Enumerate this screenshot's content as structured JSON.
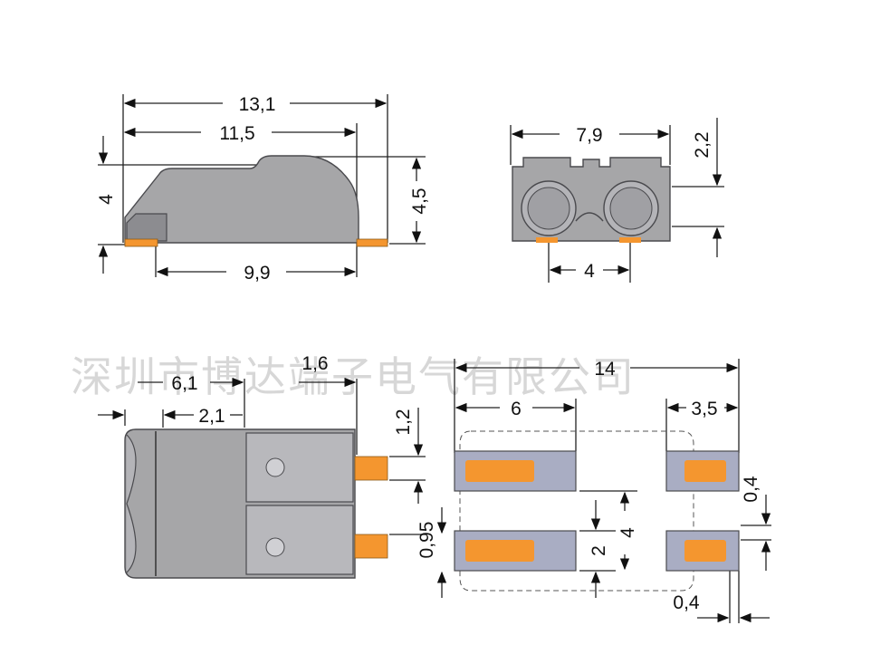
{
  "colors": {
    "body_gray": "#a6a6a8",
    "body_dark": "#7f7f82",
    "outline": "#4a4a4e",
    "pad_blue": "#a9adc3",
    "orange": "#f4962f"
  },
  "watermark": "深圳市博达端子电气有限公司",
  "side_view": {
    "dim_overall": "13,1",
    "dim_body": "11,5",
    "dim_base": "9,9",
    "dim_height_left": "4",
    "dim_height_right": "4,5"
  },
  "front_view": {
    "dim_width": "7,9",
    "dim_top": "2,2",
    "dim_pitch": "4"
  },
  "top_view": {
    "dim_a": "6,1",
    "dim_b": "2,1",
    "dim_c": "1,6",
    "dim_pin": "1,2",
    "dim_pitch": "0,95"
  },
  "footprint": {
    "dim_total": "14",
    "dim_left_pad": "6",
    "dim_right_pad": "3,5",
    "dim_gap_right": "0,4",
    "dim_pad_h": "2",
    "dim_pitch": "4",
    "dim_bottom": "0,4"
  }
}
